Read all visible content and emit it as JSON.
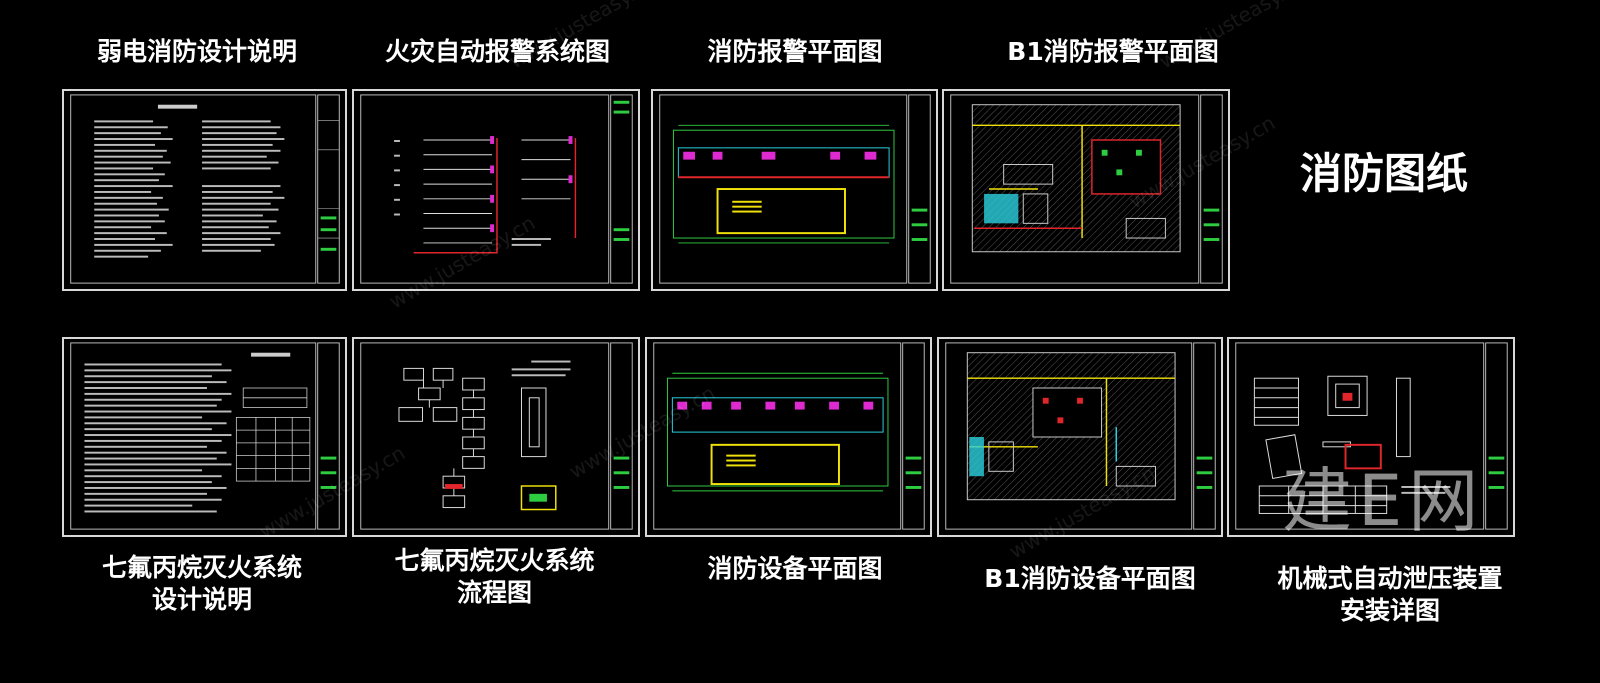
{
  "main_title": "消防图纸",
  "drawings": [
    {
      "label": "弱电消防设计说明"
    },
    {
      "label": "火灾自动报警系统图"
    },
    {
      "label": "消防报警平面图"
    },
    {
      "label": "B1消防报警平面图"
    },
    {
      "label": "七氟丙烷灭火系统\n设计说明"
    },
    {
      "label": "七氟丙烷灭火系统\n流程图"
    },
    {
      "label": "消防设备平面图"
    },
    {
      "label": "B1消防设备平面图"
    },
    {
      "label": "机械式自动泄压装置\n安装详图"
    }
  ],
  "watermark": {
    "text": "www.justeasy.cn",
    "logo": "建E网"
  },
  "colors": {
    "frame": "#d8d8d8",
    "green": "#2ecc40",
    "yellow": "#f1e10a",
    "red": "#e0262b",
    "cyan": "#2ad1e0",
    "magenta": "#e02ad1"
  }
}
